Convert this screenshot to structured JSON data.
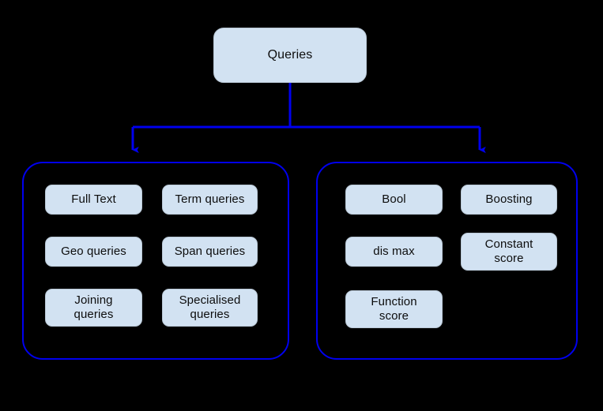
{
  "diagram": {
    "title": "Queries",
    "background_color": "#000000",
    "node_fill": "#d2e2f2",
    "node_border": "#b9c8d6",
    "connector_color": "#0000ee",
    "group_border_color": "#0000ee",
    "root": {
      "label": "Queries"
    },
    "groups": [
      {
        "name": "left-group",
        "nodes": [
          {
            "label": "Full Text",
            "lines": 1,
            "col": 0,
            "row": 0
          },
          {
            "label": "Term queries",
            "lines": 1,
            "col": 1,
            "row": 0
          },
          {
            "label": "Geo queries",
            "lines": 1,
            "col": 0,
            "row": 1
          },
          {
            "label": "Span queries",
            "lines": 1,
            "col": 1,
            "row": 1
          },
          {
            "label": "Joining\nqueries",
            "lines": 2,
            "col": 0,
            "row": 2
          },
          {
            "label": "Specialised\nqueries",
            "lines": 2,
            "col": 1,
            "row": 2
          }
        ]
      },
      {
        "name": "right-group",
        "nodes": [
          {
            "label": "Bool",
            "lines": 1,
            "col": 0,
            "row": 0
          },
          {
            "label": "Boosting",
            "lines": 1,
            "col": 1,
            "row": 0
          },
          {
            "label": "dis max",
            "lines": 1,
            "col": 0,
            "row": 1
          },
          {
            "label": "Constant\nscore",
            "lines": 2,
            "col": 1,
            "row": 1
          },
          {
            "label": "Function\nscore",
            "lines": 2,
            "col": 0,
            "row": 2
          }
        ]
      }
    ],
    "edges": [
      {
        "name": "root-to-left-group",
        "from": "Queries",
        "to": "left-group"
      },
      {
        "name": "root-to-right-group",
        "from": "Queries",
        "to": "right-group"
      }
    ]
  }
}
